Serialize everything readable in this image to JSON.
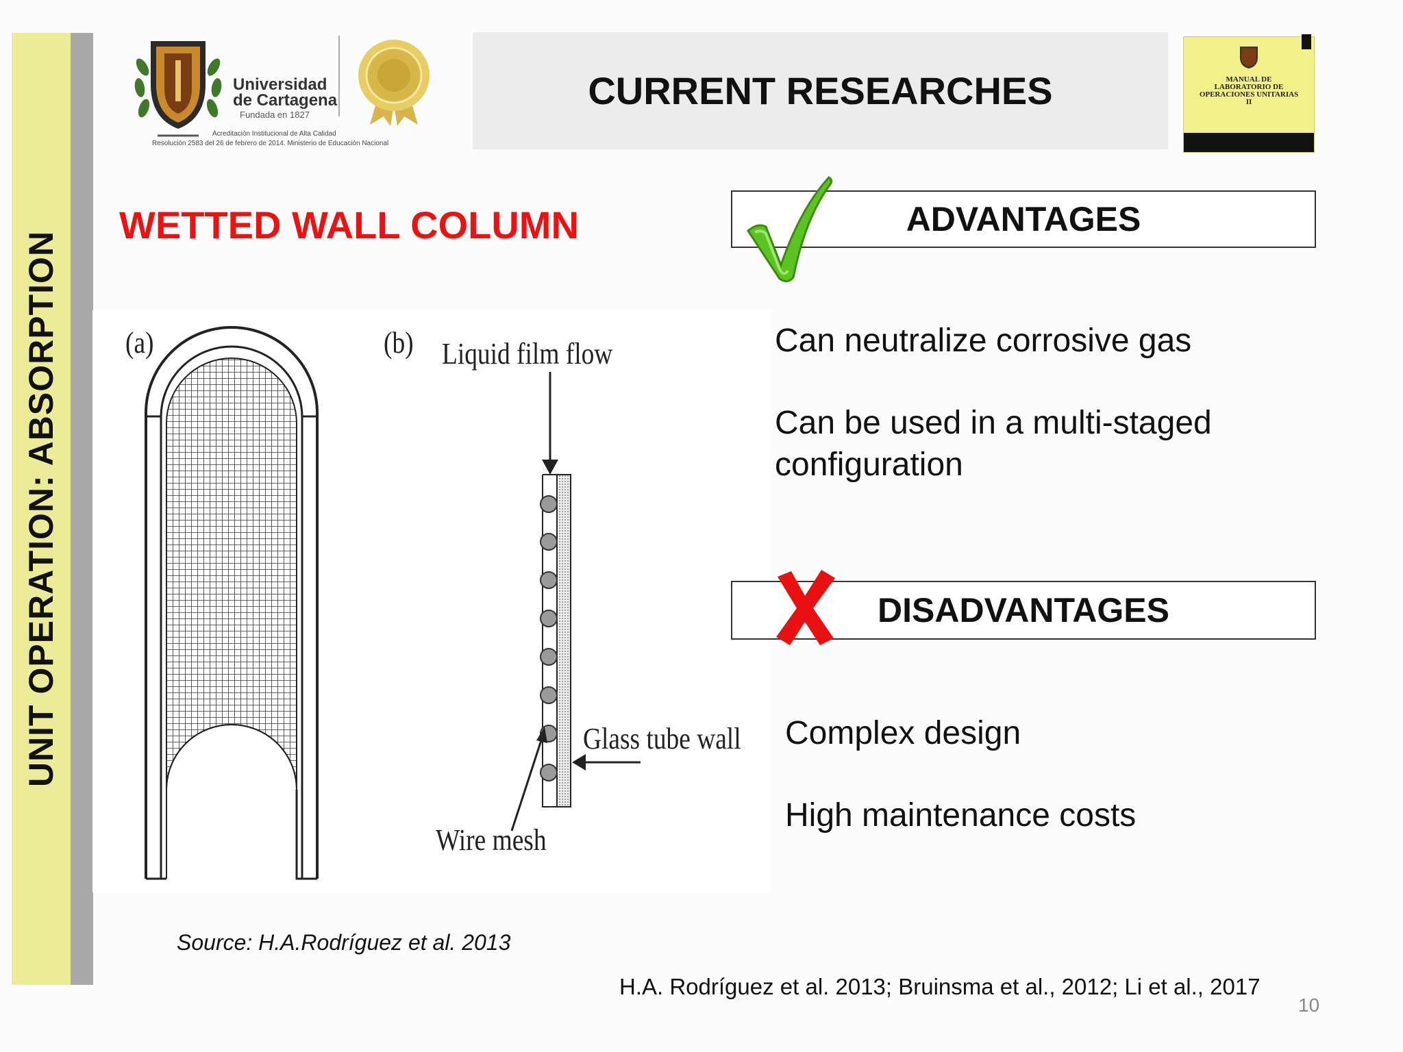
{
  "side_label": "UNIT OPERATION: ABSORPTION",
  "header": {
    "logo": {
      "name_line_1": "Universidad",
      "name_line_2": "de Cartagena",
      "founded": "Fundada en 1827",
      "accreditation_line_1": "Acreditación Institucional de Alta Calidad",
      "accreditation_line_2": "Resolución 2583 del 26 de febrero de 2014. Ministerio de Educación Nacional"
    },
    "title": "CURRENT RESEARCHES",
    "manual_cover": {
      "title": "MANUAL DE LABORATORIO DE OPERACIONES UNITARIAS II"
    }
  },
  "left": {
    "section_title": "WETTED WALL COLUMN",
    "figure": {
      "label_a": "(a)",
      "label_b": "(b)",
      "label_liquid": "Liquid film flow",
      "label_glass": "Glass tube wall",
      "label_mesh": "Wire mesh"
    },
    "source": "Source: H.A.Rodríguez et al. 2013"
  },
  "right": {
    "advantages": {
      "title": "ADVANTAGES",
      "items": [
        "Can neutralize corrosive gas",
        "Can be used in a multi-staged configuration"
      ]
    },
    "disadvantages": {
      "title": "DISADVANTAGES",
      "items": [
        "Complex design",
        "High maintenance costs"
      ]
    }
  },
  "footer": {
    "references": "H.A. Rodríguez et al. 2013; Bruinsma et al., 2012; Li et al., 2017",
    "page_number": "10"
  },
  "colors": {
    "side_band": "#ecec98",
    "side_shadow": "#a8a8a8",
    "section_title": "#ee1111",
    "check": "#5cc421",
    "cross": "#e81010",
    "header_box": "#ececec"
  },
  "icons": {
    "advantages": "check-mark-icon",
    "disadvantages": "cross-mark-icon",
    "logo": "university-shield-icon",
    "seal": "gold-seal-icon"
  }
}
